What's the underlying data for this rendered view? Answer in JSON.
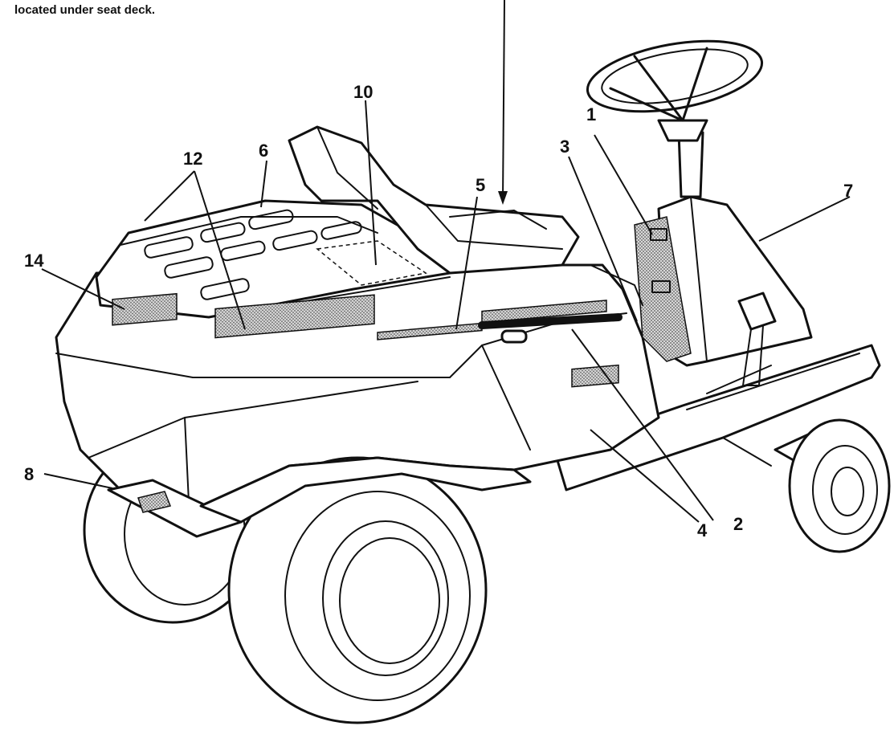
{
  "note": "located under seat deck.",
  "callouts": {
    "c1": "1",
    "c2": "2",
    "c3": "3",
    "c4": "4",
    "c5": "5",
    "c6": "6",
    "c7": "7",
    "c8": "8",
    "c10": "10",
    "c12": "12",
    "c14": "14"
  }
}
